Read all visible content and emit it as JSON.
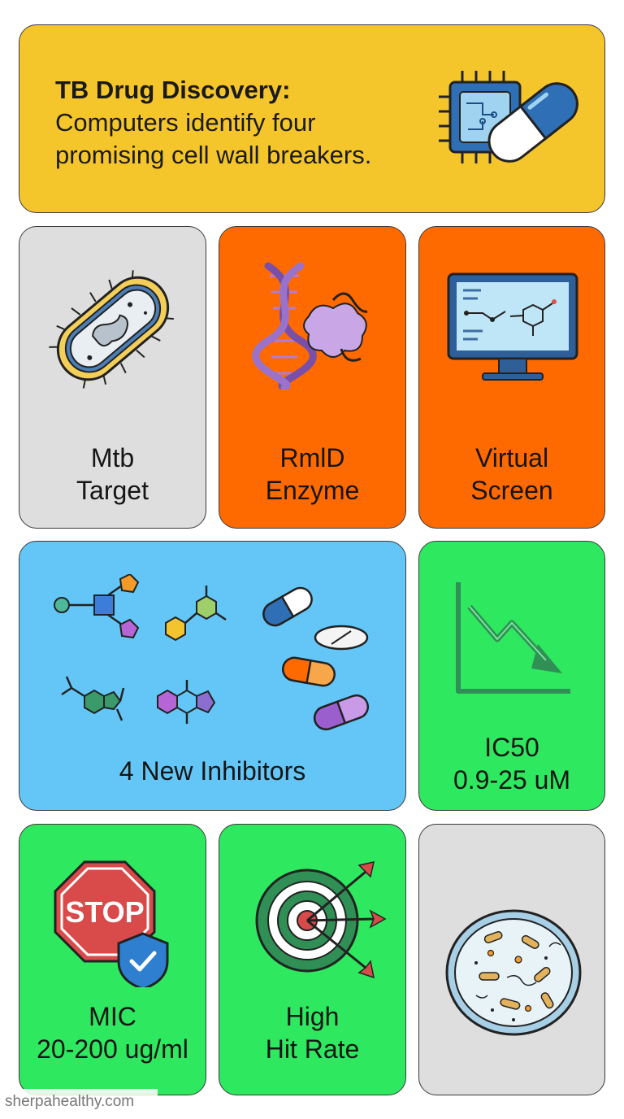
{
  "header": {
    "title_bold": "TB Drug Discovery:",
    "subtitle_line1": "Computers identify four",
    "subtitle_line2": "promising cell wall breakers.",
    "icon": "chip-pill-icon"
  },
  "tiles": {
    "mtb": {
      "line1": "Mtb",
      "line2": "Target",
      "icon": "bacterium-icon"
    },
    "rmld": {
      "line1": "RmlD",
      "line2": "Enzyme",
      "icon": "dna-protein-icon"
    },
    "screen": {
      "line1": "Virtual",
      "line2": "Screen",
      "icon": "monitor-molecule-icon"
    },
    "inhibitors": {
      "line1": "4 New Inhibitors",
      "icon": "molecules-pills-icon"
    },
    "ic50": {
      "line1": "IC50",
      "line2": "0.9-25 uM",
      "icon": "downtrend-chart-icon"
    },
    "mic": {
      "line1": "MIC",
      "line2": "20-200 ug/ml",
      "icon": "stop-shield-icon",
      "sign_text": "STOP"
    },
    "hit": {
      "line1": "High",
      "line2": "Hit Rate",
      "icon": "target-arrows-icon"
    },
    "dish": {
      "icon": "petri-dish-icon"
    }
  },
  "watermark": "sherpahealthy.com",
  "colors": {
    "yellow": "#f5c62b",
    "gray": "#dedede",
    "orange": "#ff6a00",
    "green": "#2ee85f",
    "blue": "#63c6f7"
  }
}
